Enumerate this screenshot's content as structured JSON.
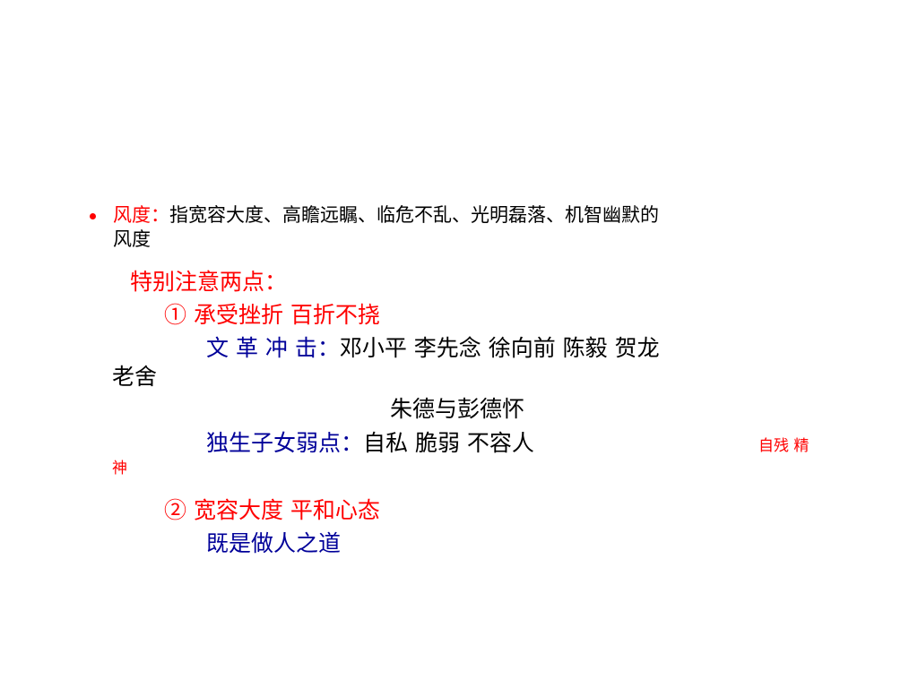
{
  "colors": {
    "accent": "#ff0000",
    "blue": "#000099",
    "text": "#000000"
  },
  "bullet": {
    "term": "风度：",
    "definition_line1": "指宽容大度、高瞻远瞩、临危不乱、光明磊落、机智幽默的",
    "definition_line2": "风度"
  },
  "notice": {
    "heading": "特别注意两点：",
    "point1": {
      "title": "①  承受挫折  百折不挠",
      "cultural_revolution_label": "文  革  冲  击：",
      "cultural_revolution_names": "邓小平  李先念  徐向前  陈毅  贺龙",
      "cultural_revolution_wrap": "老舍",
      "cultural_revolution_names2": "朱德与彭德怀",
      "only_child_label": "独生子女弱点：",
      "only_child_traits": "自私  脆弱  不容人",
      "side_note_line1": "自残  精",
      "side_note_line2": "神"
    },
    "point2": {
      "title": "②  宽容大度  平和心态",
      "subtitle": "既是做人之道"
    }
  }
}
